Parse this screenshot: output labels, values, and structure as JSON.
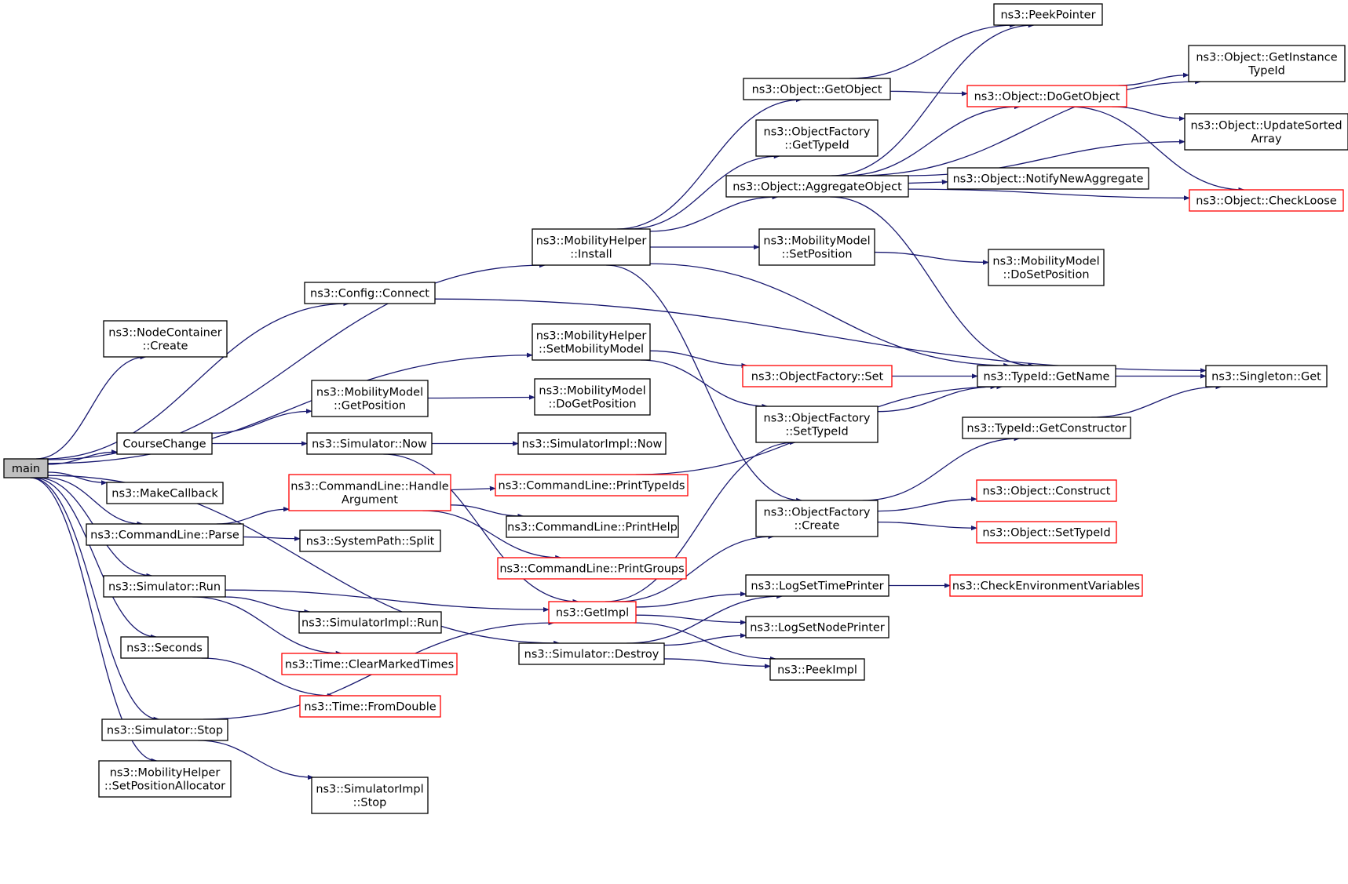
{
  "graph": {
    "edge_color": "#191970",
    "root_fill": "#bfbfbf",
    "highlight_border": "#ff0000",
    "nodes": [
      {
        "id": "main",
        "label": [
          "main"
        ],
        "style": "root"
      },
      {
        "id": "install",
        "label": [
          "ns3::MobilityHelper",
          "::Install"
        ]
      },
      {
        "id": "config_connect",
        "label": [
          "ns3::Config::Connect"
        ]
      },
      {
        "id": "nc_create",
        "label": [
          "ns3::NodeContainer",
          "::Create"
        ]
      },
      {
        "id": "set_mob_model",
        "label": [
          "ns3::MobilityHelper",
          "::SetMobilityModel"
        ]
      },
      {
        "id": "coursechange",
        "label": [
          "CourseChange"
        ]
      },
      {
        "id": "makecallback",
        "label": [
          "ns3::MakeCallback"
        ]
      },
      {
        "id": "cl_parse",
        "label": [
          "ns3::CommandLine::Parse"
        ]
      },
      {
        "id": "sim_run",
        "label": [
          "ns3::Simulator::Run"
        ]
      },
      {
        "id": "seconds",
        "label": [
          "ns3::Seconds"
        ]
      },
      {
        "id": "sim_stop",
        "label": [
          "ns3::Simulator::Stop"
        ]
      },
      {
        "id": "set_pos_alloc",
        "label": [
          "ns3::MobilityHelper",
          "::SetPositionAllocator"
        ]
      },
      {
        "id": "sim_destroy",
        "label": [
          "ns3::Simulator::Destroy"
        ]
      },
      {
        "id": "mm_getpos",
        "label": [
          "ns3::MobilityModel",
          "::GetPosition"
        ]
      },
      {
        "id": "sim_now",
        "label": [
          "ns3::Simulator::Now"
        ]
      },
      {
        "id": "cl_handlearg",
        "label": [
          "ns3::CommandLine::Handle",
          "Argument"
        ],
        "style": "red"
      },
      {
        "id": "sp_split",
        "label": [
          "ns3::SystemPath::Split"
        ]
      },
      {
        "id": "simimpl_run",
        "label": [
          "ns3::SimulatorImpl::Run"
        ]
      },
      {
        "id": "time_clear",
        "label": [
          "ns3::Time::ClearMarkedTimes"
        ],
        "style": "red"
      },
      {
        "id": "time_fromdouble",
        "label": [
          "ns3::Time::FromDouble"
        ],
        "style": "red"
      },
      {
        "id": "simimpl_stop",
        "label": [
          "ns3::SimulatorImpl",
          "::Stop"
        ]
      },
      {
        "id": "obj_getobject",
        "label": [
          "ns3::Object::GetObject"
        ]
      },
      {
        "id": "of_gettypeid",
        "label": [
          "ns3::ObjectFactory",
          "::GetTypeId"
        ]
      },
      {
        "id": "obj_aggregate",
        "label": [
          "ns3::Object::AggregateObject"
        ]
      },
      {
        "id": "mm_setpos",
        "label": [
          "ns3::MobilityModel",
          "::SetPosition"
        ]
      },
      {
        "id": "of_set",
        "label": [
          "ns3::ObjectFactory::Set"
        ],
        "style": "red"
      },
      {
        "id": "mm_dogetpos",
        "label": [
          "ns3::MobilityModel",
          "::DoGetPosition"
        ]
      },
      {
        "id": "of_settypeid",
        "label": [
          "ns3::ObjectFactory",
          "::SetTypeId"
        ]
      },
      {
        "id": "simimpl_now",
        "label": [
          "ns3::SimulatorImpl::Now"
        ]
      },
      {
        "id": "cl_printtypeids",
        "label": [
          "ns3::CommandLine::PrintTypeIds"
        ],
        "style": "red"
      },
      {
        "id": "cl_printhelp",
        "label": [
          "ns3::CommandLine::PrintHelp"
        ]
      },
      {
        "id": "of_create",
        "label": [
          "ns3::ObjectFactory",
          "::Create"
        ]
      },
      {
        "id": "cl_printgroups",
        "label": [
          "ns3::CommandLine::PrintGroups"
        ],
        "style": "red"
      },
      {
        "id": "getimpl",
        "label": [
          "ns3::GetImpl"
        ],
        "style": "red"
      },
      {
        "id": "log_time",
        "label": [
          "ns3::LogSetTimePrinter"
        ]
      },
      {
        "id": "log_node",
        "label": [
          "ns3::LogSetNodePrinter"
        ]
      },
      {
        "id": "peekimpl",
        "label": [
          "ns3::PeekImpl"
        ]
      },
      {
        "id": "peekpointer",
        "label": [
          "ns3::PeekPointer"
        ]
      },
      {
        "id": "obj_dogetobject",
        "label": [
          "ns3::Object::DoGetObject"
        ],
        "style": "red"
      },
      {
        "id": "obj_notify",
        "label": [
          "ns3::Object::NotifyNewAggregate"
        ]
      },
      {
        "id": "mm_dosetpos",
        "label": [
          "ns3::MobilityModel",
          "::DoSetPosition"
        ]
      },
      {
        "id": "typeid_getname",
        "label": [
          "ns3::TypeId::GetName"
        ]
      },
      {
        "id": "typeid_getctor",
        "label": [
          "ns3::TypeId::GetConstructor"
        ]
      },
      {
        "id": "obj_construct",
        "label": [
          "ns3::Object::Construct"
        ],
        "style": "red"
      },
      {
        "id": "obj_settypeid",
        "label": [
          "ns3::Object::SetTypeId"
        ],
        "style": "red"
      },
      {
        "id": "check_env",
        "label": [
          "ns3::CheckEnvironmentVariables"
        ],
        "style": "red"
      },
      {
        "id": "obj_getinsttypeid",
        "label": [
          "ns3::Object::GetInstance",
          "TypeId"
        ]
      },
      {
        "id": "obj_updatesorted",
        "label": [
          "ns3::Object::UpdateSorted",
          "Array"
        ]
      },
      {
        "id": "obj_checkloose",
        "label": [
          "ns3::Object::CheckLoose"
        ],
        "style": "red"
      },
      {
        "id": "singleton_get",
        "label": [
          "ns3::Singleton::Get"
        ]
      }
    ],
    "edges": [
      [
        "main",
        "install"
      ],
      [
        "main",
        "config_connect"
      ],
      [
        "main",
        "nc_create"
      ],
      [
        "main",
        "set_mob_model"
      ],
      [
        "main",
        "coursechange"
      ],
      [
        "main",
        "makecallback"
      ],
      [
        "main",
        "cl_parse"
      ],
      [
        "main",
        "sim_run"
      ],
      [
        "main",
        "seconds"
      ],
      [
        "main",
        "sim_stop"
      ],
      [
        "main",
        "set_pos_alloc"
      ],
      [
        "main",
        "sim_destroy"
      ],
      [
        "install",
        "obj_getobject"
      ],
      [
        "install",
        "of_gettypeid"
      ],
      [
        "install",
        "obj_aggregate"
      ],
      [
        "install",
        "mm_setpos"
      ],
      [
        "install",
        "typeid_getname"
      ],
      [
        "install",
        "of_create"
      ],
      [
        "config_connect",
        "singleton_get"
      ],
      [
        "set_mob_model",
        "of_set"
      ],
      [
        "set_mob_model",
        "of_settypeid"
      ],
      [
        "coursechange",
        "mm_getpos"
      ],
      [
        "coursechange",
        "sim_now"
      ],
      [
        "cl_parse",
        "cl_handlearg"
      ],
      [
        "cl_parse",
        "sp_split"
      ],
      [
        "sim_run",
        "getimpl"
      ],
      [
        "sim_run",
        "simimpl_run"
      ],
      [
        "sim_run",
        "time_clear"
      ],
      [
        "seconds",
        "time_fromdouble"
      ],
      [
        "sim_stop",
        "getimpl"
      ],
      [
        "sim_stop",
        "simimpl_stop"
      ],
      [
        "sim_destroy",
        "log_time"
      ],
      [
        "sim_destroy",
        "log_node"
      ],
      [
        "sim_destroy",
        "peekimpl"
      ],
      [
        "mm_getpos",
        "mm_dogetpos"
      ],
      [
        "sim_now",
        "simimpl_now"
      ],
      [
        "sim_now",
        "getimpl"
      ],
      [
        "cl_handlearg",
        "cl_printtypeids"
      ],
      [
        "cl_handlearg",
        "cl_printhelp"
      ],
      [
        "cl_handlearg",
        "cl_printgroups"
      ],
      [
        "getimpl",
        "of_settypeid"
      ],
      [
        "getimpl",
        "of_create"
      ],
      [
        "getimpl",
        "log_time"
      ],
      [
        "getimpl",
        "log_node"
      ],
      [
        "getimpl",
        "peekimpl"
      ],
      [
        "obj_getobject",
        "peekpointer"
      ],
      [
        "obj_getobject",
        "obj_dogetobject"
      ],
      [
        "obj_aggregate",
        "peekpointer"
      ],
      [
        "obj_aggregate",
        "obj_getinsttypeid"
      ],
      [
        "obj_aggregate",
        "obj_dogetobject"
      ],
      [
        "obj_aggregate",
        "obj_updatesorted"
      ],
      [
        "obj_aggregate",
        "obj_notify"
      ],
      [
        "obj_aggregate",
        "obj_checkloose"
      ],
      [
        "obj_aggregate",
        "typeid_getname"
      ],
      [
        "mm_setpos",
        "mm_dosetpos"
      ],
      [
        "of_set",
        "typeid_getname"
      ],
      [
        "of_settypeid",
        "typeid_getname"
      ],
      [
        "cl_printtypeids",
        "typeid_getname"
      ],
      [
        "of_create",
        "typeid_getctor"
      ],
      [
        "of_create",
        "obj_construct"
      ],
      [
        "of_create",
        "obj_settypeid"
      ],
      [
        "log_time",
        "check_env"
      ],
      [
        "obj_dogetobject",
        "obj_getinsttypeid"
      ],
      [
        "obj_dogetobject",
        "obj_updatesorted"
      ],
      [
        "obj_dogetobject",
        "obj_checkloose"
      ],
      [
        "typeid_getname",
        "singleton_get"
      ],
      [
        "typeid_getctor",
        "singleton_get"
      ]
    ]
  }
}
